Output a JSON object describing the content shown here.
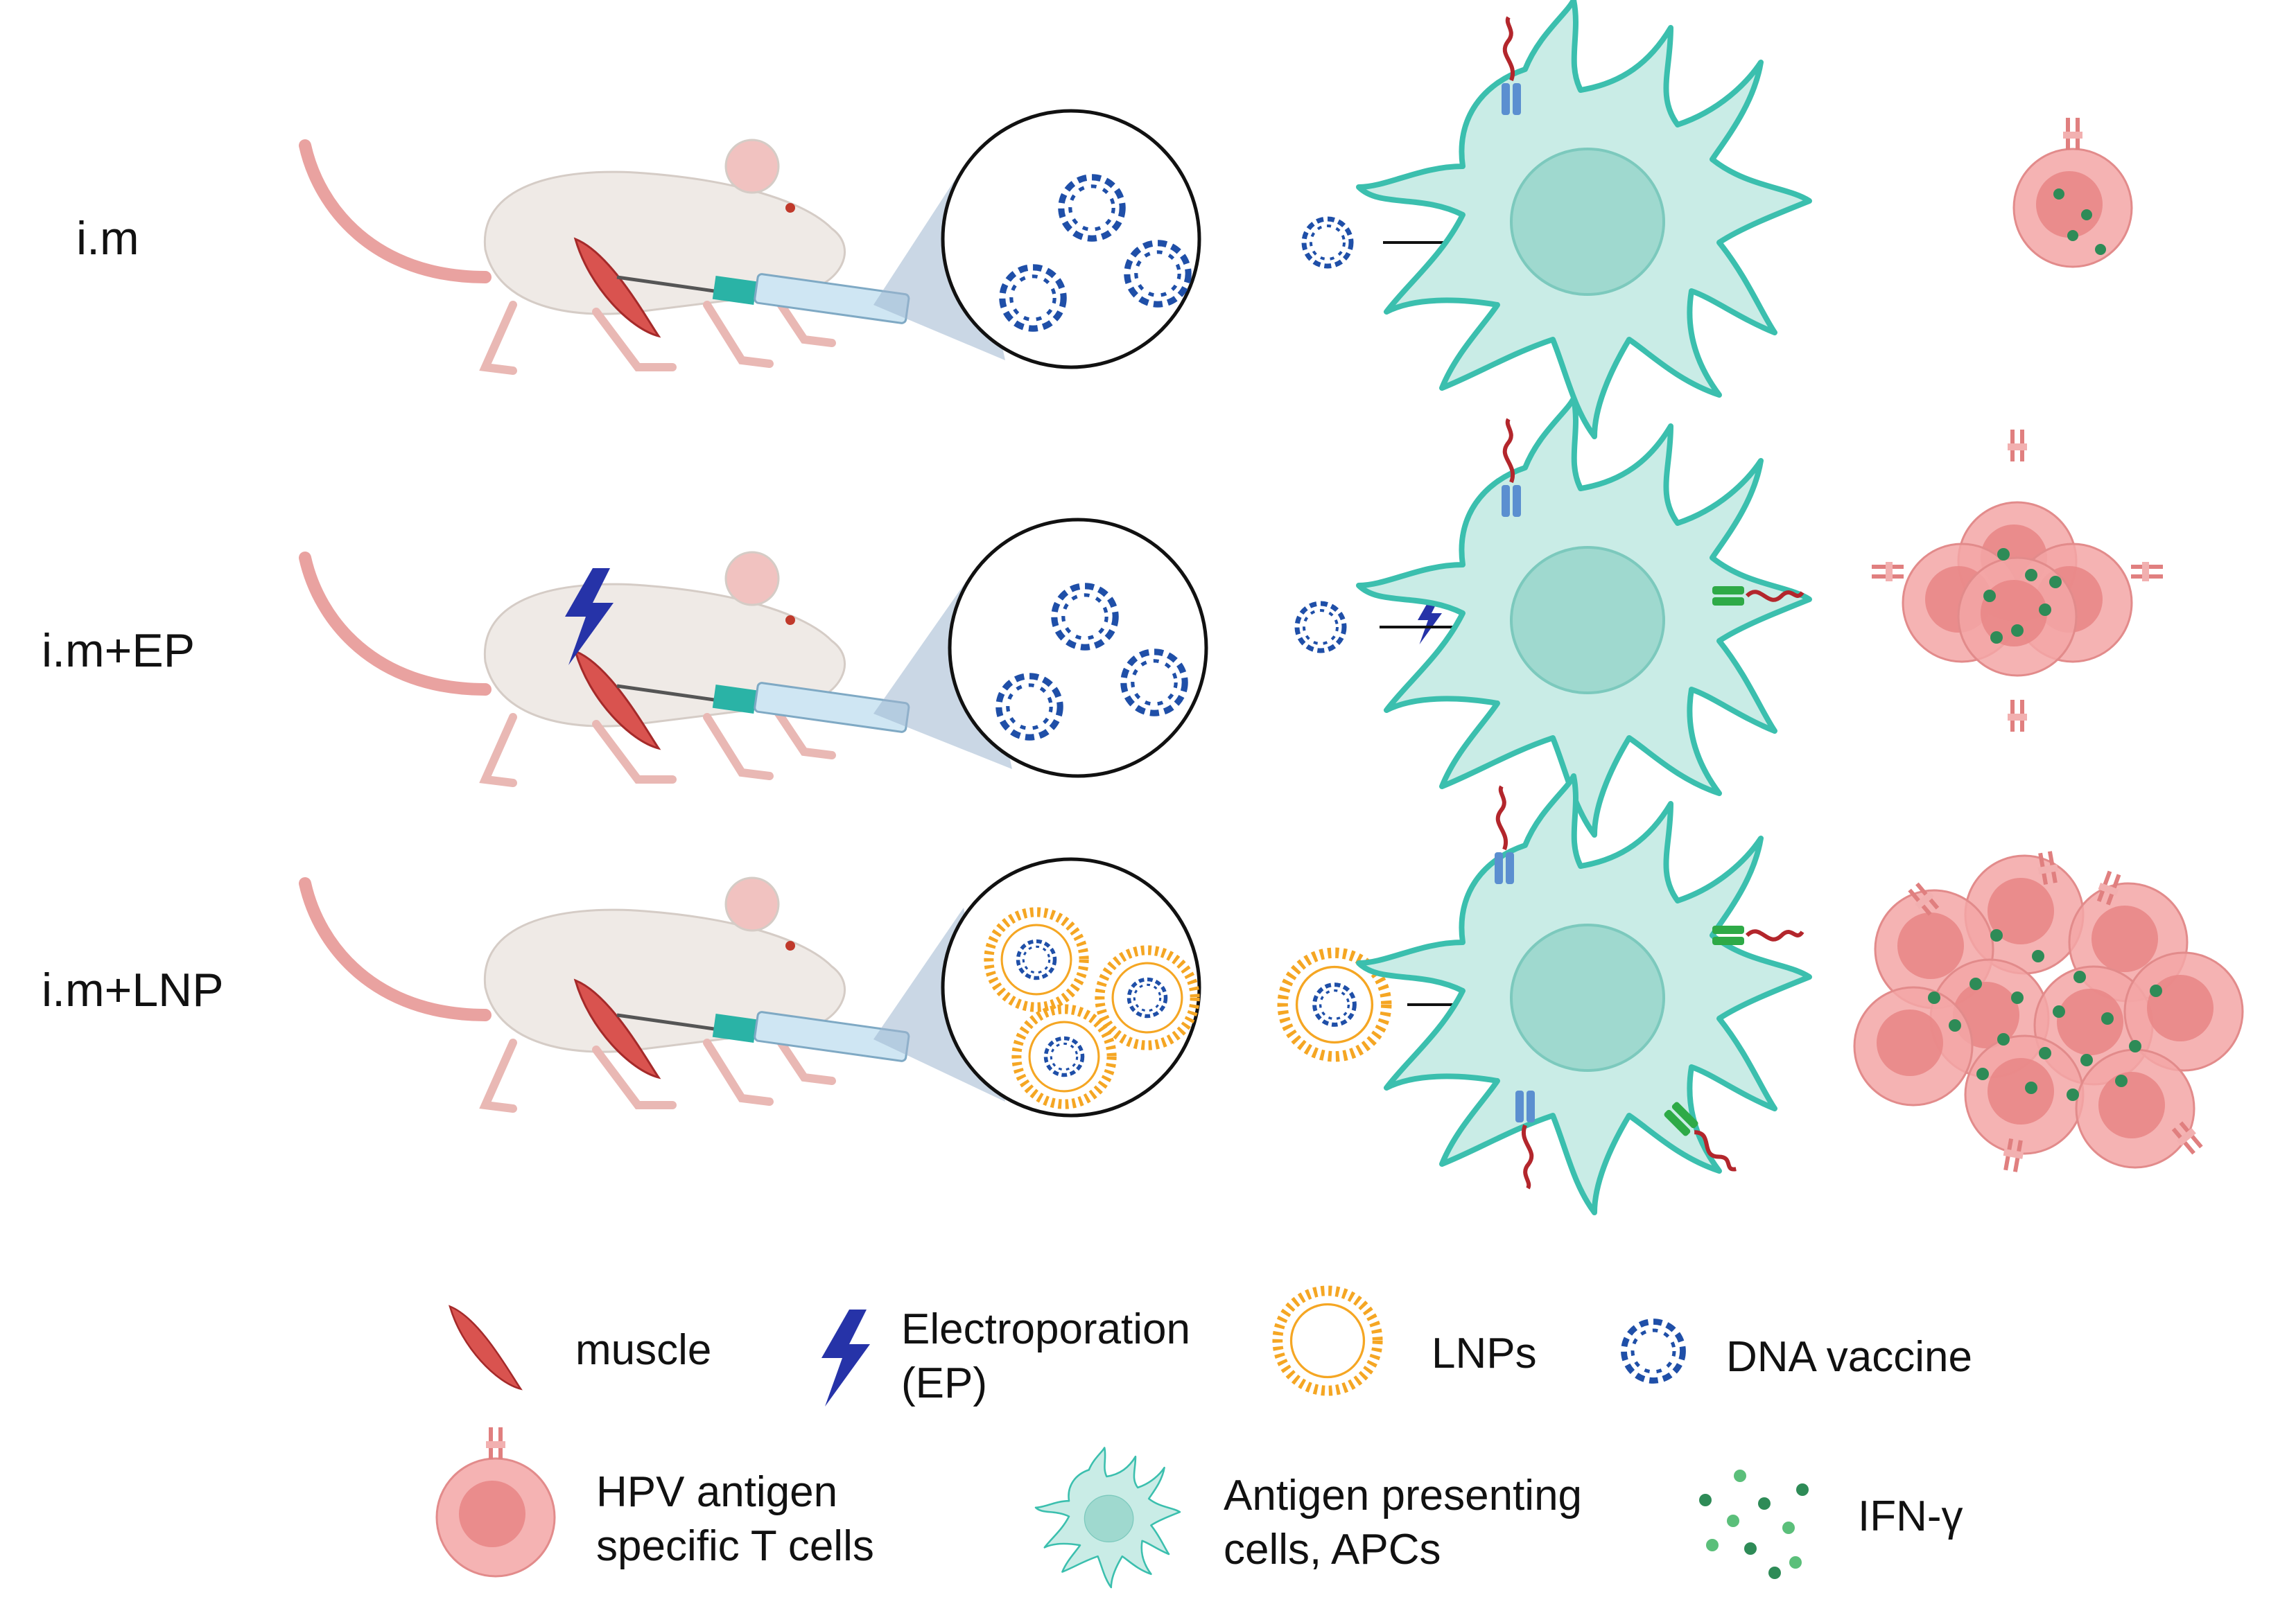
{
  "rows": [
    {
      "label": "i.m"
    },
    {
      "label": "i.m+EP"
    },
    {
      "label": "i.m+LNP"
    }
  ],
  "legend": {
    "muscle": "muscle",
    "electroporation": "Electroporation\n(EP)",
    "lnps": "LNPs",
    "dna_vaccine": "DNA vaccine",
    "t_cells": "HPV antigen\nspecific T cells",
    "apcs": "Antigen presenting\ncells, APCs",
    "ifn": "IFN-γ"
  },
  "colors": {
    "apc_fill": "#c9ece6",
    "apc_stroke": "#3bbfae",
    "nucleus": "#9fd9cf",
    "dna": "#1f4fa8",
    "lnp": "#f5a623",
    "muscle": "#d9534f",
    "tcell": "#f3a6a6",
    "ifn": "#2e8b57",
    "bolt": "#2633a8",
    "mouse": "#efeae6",
    "tail": "#e9a2a0",
    "receptor_blue": "#5b8fd0",
    "receptor_green": "#2eaa47",
    "antigen_red": "#b3262c"
  }
}
